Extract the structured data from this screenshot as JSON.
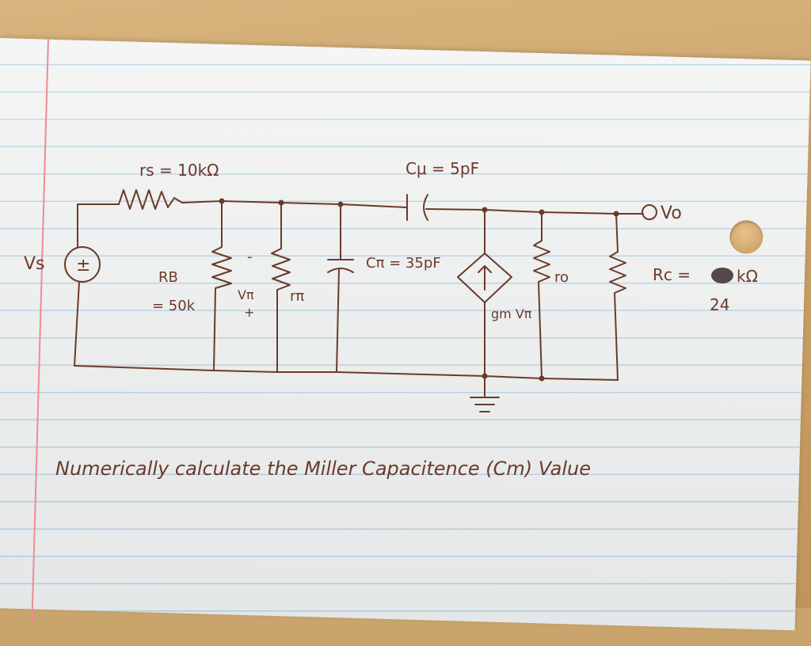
{
  "components": {
    "rs_label": "rs = 10kΩ",
    "cmu_label": "Cμ = 5pF",
    "vs_label": "Vs",
    "source_sign": "±",
    "rb_label_line1": "RB",
    "rb_label_line2": "= 50k",
    "vpi_minus": "-",
    "vpi_label": "Vπ",
    "vpi_plus": "+",
    "rpi_label": "rπ",
    "cpi_label": "Cπ = 35pF",
    "gm_label": "gm Vπ",
    "ro_label": "ro",
    "rc_label": "Rc =",
    "rc_unit": "kΩ",
    "rc_value": "24",
    "vo_label": "Vo"
  },
  "question": "Numerically calculate the Miller Capacitence (Cm) Value",
  "colors": {
    "ink": "#6b3a2a",
    "paper": "#eef0ee",
    "rule": "#a8c8df",
    "margin": "#f08a95"
  }
}
